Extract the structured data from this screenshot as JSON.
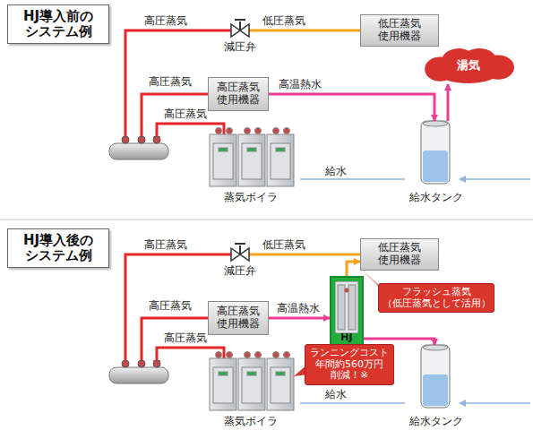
{
  "diagram": {
    "nodes": [
      {
        "text": [
          "HJ導入前の システム例"
        ]
      },
      {
        "text": [
          "減圧弁"
        ]
      },
      {
        "text": [
          "低圧蒸気 使用機器"
        ]
      },
      {
        "text": [
          "高圧蒸気 使用機器"
        ]
      },
      {
        "text": [
          "湯気"
        ]
      },
      {
        "text": [
          "蒸気ボイラ"
        ]
      },
      {
        "text": [
          "給水タンク"
        ]
      },
      {
        "text": [
          "HJ導入後の システム例"
        ]
      },
      {
        "text": [
          "減圧弁"
        ]
      },
      {
        "text": [
          "低圧蒸気 使用機器"
        ]
      },
      {
        "text": [
          "高圧蒸気 使用機器"
        ]
      },
      {
        "text": [
          "HJ"
        ]
      },
      {
        "text": [
          "フラッシュ蒸気 （低圧蒸気として活用）"
        ]
      },
      {
        "text": [
          "蒸気ボイラ"
        ]
      },
      {
        "text": [
          "ランニングコスト 年間約560万円 削減！※"
        ]
      },
      {
        "text": [
          "給水タンク"
        ]
      }
    ],
    "edges": [
      {
        "from": 1,
        "to": 2,
        "arrow": "none",
        "label": "低圧蒸気"
      },
      {
        "from": 3,
        "to": 6,
        "arrow": "to",
        "label": "高温熱水"
      },
      {
        "from": 6,
        "to": 4,
        "arrow": "to"
      },
      {
        "from": 6,
        "to": 5,
        "arrow": "none",
        "label": "給水"
      },
      {
        "from": 8,
        "to": 9,
        "arrow": "none",
        "label": "低圧蒸気"
      },
      {
        "from": 10,
        "to": 11,
        "arrow": "to",
        "label": "高温熱水"
      },
      {
        "from": 11,
        "to": 9,
        "arrow": "to"
      },
      {
        "from": 11,
        "to": 15,
        "arrow": "to"
      },
      {
        "from": 15,
        "to": 13,
        "arrow": "none",
        "label": "給水"
      }
    ],
    "labels": [
      "高圧蒸気",
      "高圧蒸気",
      "高圧蒸気",
      "高圧蒸気",
      "高圧蒸気",
      "高圧蒸気"
    ]
  }
}
